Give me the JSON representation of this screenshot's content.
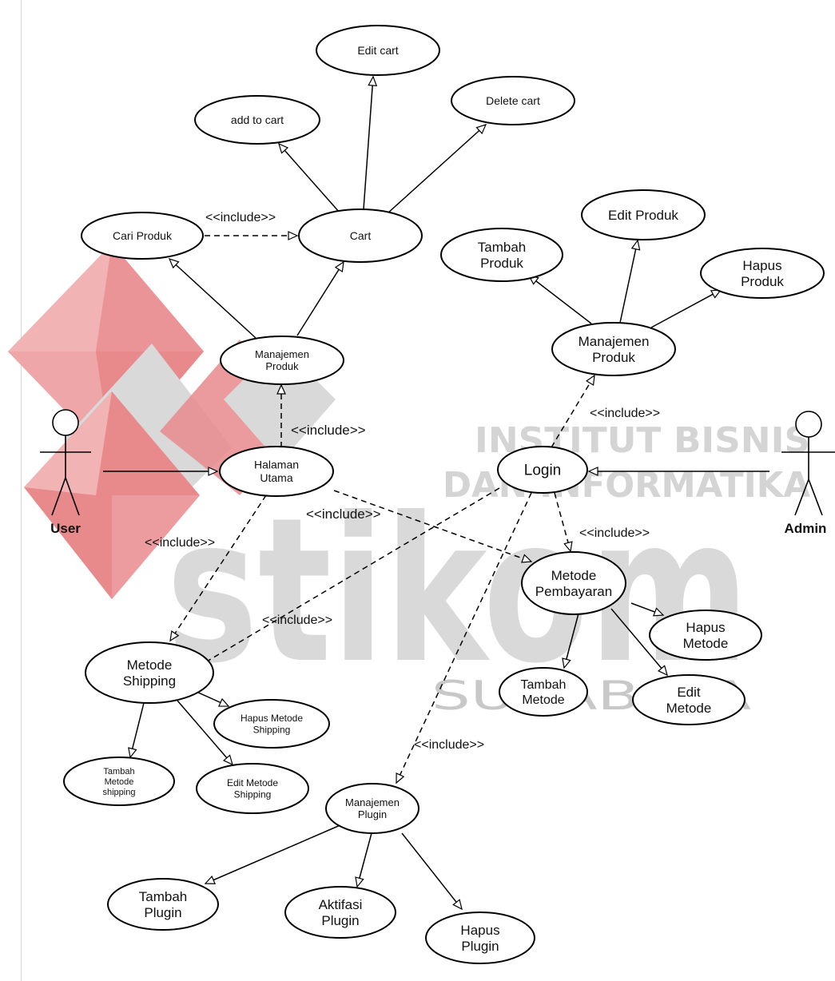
{
  "watermark": {
    "big": "stikom",
    "line1": "INSTITUT BISNIS",
    "line2": "DAN INFORMATIKA",
    "line3": "SURABAYA",
    "colors": {
      "red": "#e8898c",
      "gray": "#d9d9d9",
      "text": "#bfbfbf"
    }
  },
  "actors": {
    "user": "User",
    "admin": "Admin"
  },
  "usecases": {
    "edit_cart": [
      "Edit cart"
    ],
    "add_to_cart": [
      "add to cart"
    ],
    "delete_cart": [
      "Delete cart"
    ],
    "cari_produk": [
      "Cari Produk"
    ],
    "cart": [
      "Cart"
    ],
    "manajemen_produk_user": [
      "Manajemen",
      "Produk"
    ],
    "halaman_utama": [
      "Halaman",
      "Utama"
    ],
    "tambah_produk": [
      "Tambah",
      "Produk"
    ],
    "edit_produk": [
      "Edit Produk"
    ],
    "hapus_produk": [
      "Hapus",
      "Produk"
    ],
    "manajemen_produk_admin": [
      "Manajemen",
      "Produk"
    ],
    "login": [
      "Login"
    ],
    "metode_pembayaran": [
      "Metode",
      "Pembayaran"
    ],
    "hapus_metode": [
      "Hapus",
      "Metode"
    ],
    "tambah_metode": [
      "Tambah",
      "Metode"
    ],
    "edit_metode": [
      "Edit",
      "Metode"
    ],
    "metode_shipping": [
      "Metode",
      "Shipping"
    ],
    "hapus_metode_shipping": [
      "Hapus Metode",
      "Shipping"
    ],
    "tambah_metode_shipping": [
      "Tambah",
      "Metode",
      "shipping"
    ],
    "edit_metode_shipping": [
      "Edit Metode",
      "Shipping"
    ],
    "manajemen_plugin": [
      "Manajemen",
      "Plugin"
    ],
    "tambah_plugin": [
      "Tambah",
      "Plugin"
    ],
    "aktifasi_plugin": [
      "Aktifasi",
      "Plugin"
    ],
    "hapus_plugin": [
      "Hapus",
      "Plugin"
    ]
  },
  "include_label": "<<include>>"
}
